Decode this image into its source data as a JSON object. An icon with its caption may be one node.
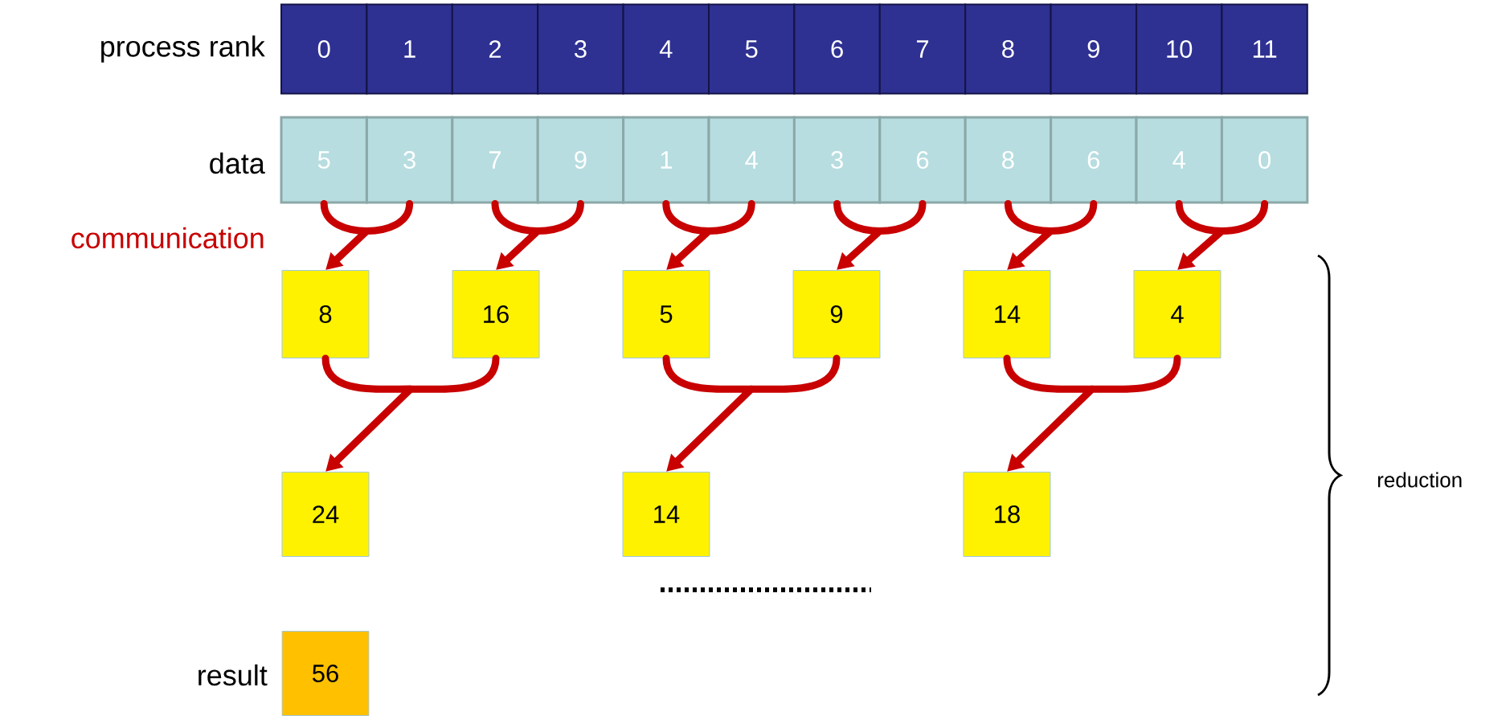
{
  "diagram": {
    "nodes": [
      {
        "text": [
          "0"
        ]
      },
      {
        "text": [
          "1"
        ]
      },
      {
        "text": [
          "2"
        ]
      },
      {
        "text": [
          "3"
        ]
      },
      {
        "text": [
          "4"
        ]
      },
      {
        "text": [
          "5"
        ]
      },
      {
        "text": [
          "6"
        ]
      },
      {
        "text": [
          "7"
        ]
      },
      {
        "text": [
          "8"
        ]
      },
      {
        "text": [
          "9"
        ]
      },
      {
        "text": [
          "10"
        ]
      },
      {
        "text": [
          "11"
        ]
      },
      {
        "text": [
          "5"
        ]
      },
      {
        "text": [
          "3"
        ]
      },
      {
        "text": [
          "7"
        ]
      },
      {
        "text": [
          "9"
        ]
      },
      {
        "text": [
          "1"
        ]
      },
      {
        "text": [
          "4"
        ]
      },
      {
        "text": [
          "3"
        ]
      },
      {
        "text": [
          "6"
        ]
      },
      {
        "text": [
          "8"
        ]
      },
      {
        "text": [
          "6"
        ]
      },
      {
        "text": [
          "4"
        ]
      },
      {
        "text": [
          "0"
        ]
      },
      {
        "text": [
          "8"
        ]
      },
      {
        "text": [
          "16"
        ]
      },
      {
        "text": [
          "5"
        ]
      },
      {
        "text": [
          "9"
        ]
      },
      {
        "text": [
          "14"
        ]
      },
      {
        "text": [
          "4"
        ]
      },
      {
        "text": [
          "24"
        ]
      },
      {
        "text": [
          "14"
        ]
      },
      {
        "text": [
          "18"
        ]
      },
      {
        "text": [
          "56"
        ],
        "beside": [
          "result"
        ]
      }
    ],
    "edges": [
      {
        "from": 12,
        "to": 24,
        "arrow": "to"
      },
      {
        "from": 13,
        "to": 24,
        "arrow": "to"
      },
      {
        "from": 14,
        "to": 25,
        "arrow": "to"
      },
      {
        "from": 15,
        "to": 25,
        "arrow": "to"
      },
      {
        "from": 16,
        "to": 26,
        "arrow": "to"
      },
      {
        "from": 17,
        "to": 26,
        "arrow": "to"
      },
      {
        "from": 18,
        "to": 27,
        "arrow": "to"
      },
      {
        "from": 19,
        "to": 27,
        "arrow": "to"
      },
      {
        "from": 20,
        "to": 28,
        "arrow": "to"
      },
      {
        "from": 21,
        "to": 28,
        "arrow": "to"
      },
      {
        "from": 22,
        "to": 29,
        "arrow": "to"
      },
      {
        "from": 23,
        "to": 29,
        "arrow": "to"
      },
      {
        "from": 24,
        "to": 30,
        "arrow": "to"
      },
      {
        "from": 25,
        "to": 30,
        "arrow": "to"
      },
      {
        "from": 26,
        "to": 31,
        "arrow": "to"
      },
      {
        "from": 27,
        "to": 31,
        "arrow": "to"
      },
      {
        "from": 28,
        "to": 32,
        "arrow": "to"
      },
      {
        "from": 29,
        "to": 32,
        "arrow": "to"
      }
    ],
    "labels": [
      "process rank",
      "data",
      "communication",
      "reduction"
    ]
  }
}
